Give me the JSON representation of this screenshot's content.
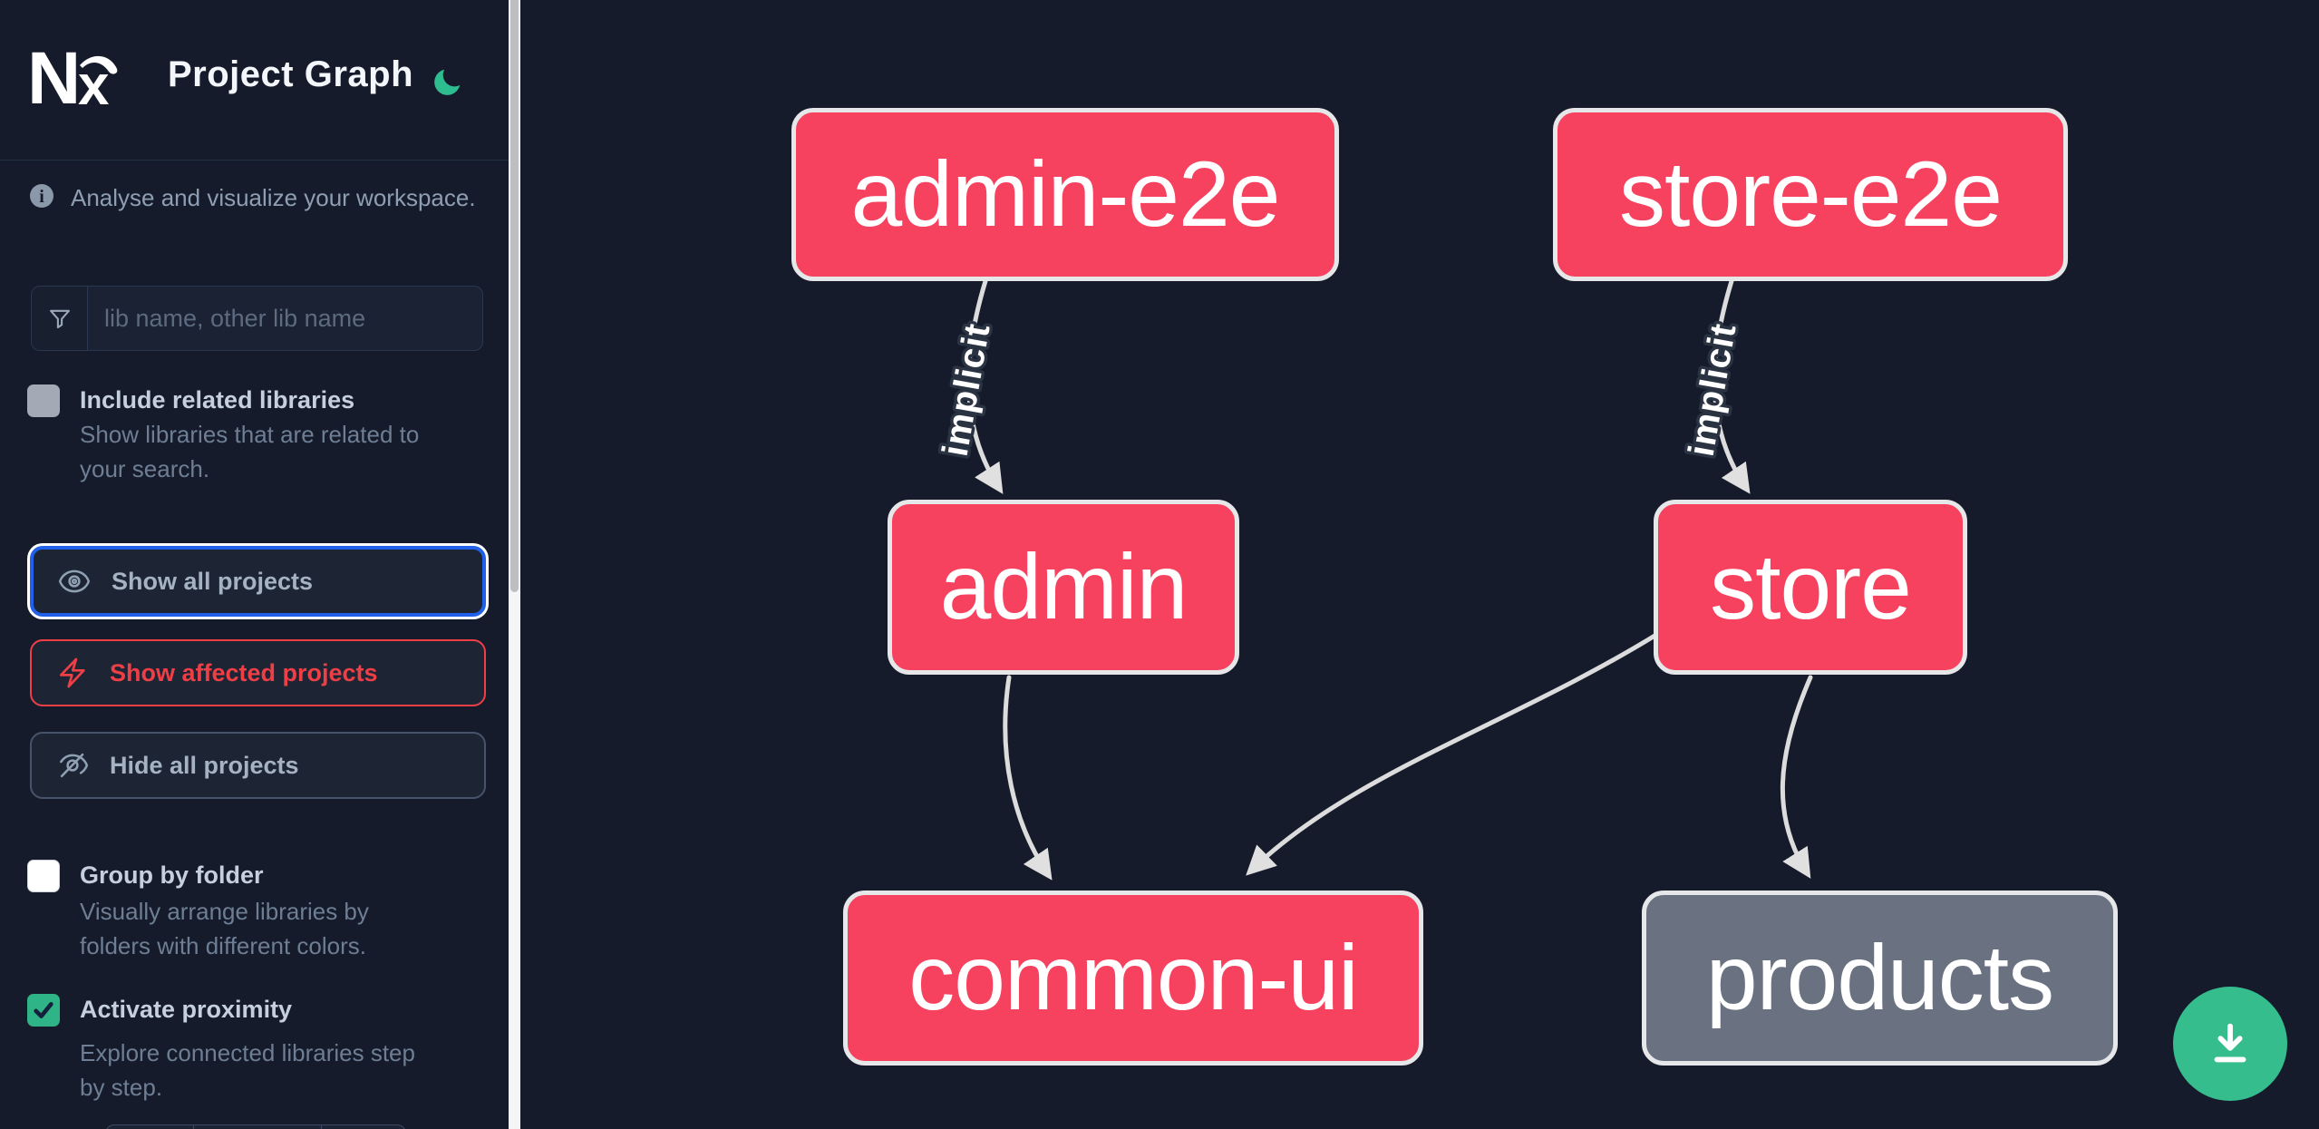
{
  "app": {
    "brand": "Nx",
    "title": "Project Graph"
  },
  "colors": {
    "background": "#151b2a",
    "node_pink": "#f6415f",
    "node_gray": "#6a7282",
    "node_border": "#e6e7e9",
    "edge_gray": "#dcdcdc",
    "focus_blue": "#2160e8",
    "affected_red": "#ee3e46",
    "checkbox_green": "#2eb486",
    "fab_green": "#35bd8e",
    "moon_green": "#2ebd8f"
  },
  "sidebar": {
    "info_text": "Analyse and visualize your workspace.",
    "search": {
      "placeholder": "lib name, other lib name",
      "value": ""
    },
    "checkboxes": [
      {
        "label": "Include related libraries",
        "desc_lines": [
          "Show libraries that are related to",
          "your search."
        ],
        "checked": false,
        "disabled": true
      },
      {
        "label": "Group by folder",
        "desc_lines": [
          "Visually arrange libraries by",
          "folders with different colors."
        ],
        "checked": false,
        "disabled": false
      },
      {
        "label": "Activate proximity",
        "desc_lines": [
          "Explore connected libraries step",
          "by step."
        ],
        "checked": true,
        "disabled": false
      }
    ],
    "buttons": [
      {
        "label": "Show all projects",
        "state": "focused"
      },
      {
        "label": "Show affected projects",
        "state": "affected"
      },
      {
        "label": "Hide all projects",
        "state": "default"
      }
    ]
  },
  "graph": {
    "nodes": [
      {
        "label": "admin-e2e",
        "color": "pink"
      },
      {
        "label": "store-e2e",
        "color": "pink"
      },
      {
        "label": "admin",
        "color": "pink"
      },
      {
        "label": "store",
        "color": "pink"
      },
      {
        "label": "common-ui",
        "color": "pink"
      },
      {
        "label": "products",
        "color": "gray"
      }
    ],
    "edges": [
      {
        "from": "admin-e2e",
        "to": "admin",
        "label": "implicit"
      },
      {
        "from": "store-e2e",
        "to": "store",
        "label": "implicit"
      },
      {
        "from": "admin",
        "to": "common-ui",
        "label": ""
      },
      {
        "from": "store",
        "to": "common-ui",
        "label": ""
      },
      {
        "from": "store",
        "to": "products",
        "label": ""
      }
    ]
  }
}
